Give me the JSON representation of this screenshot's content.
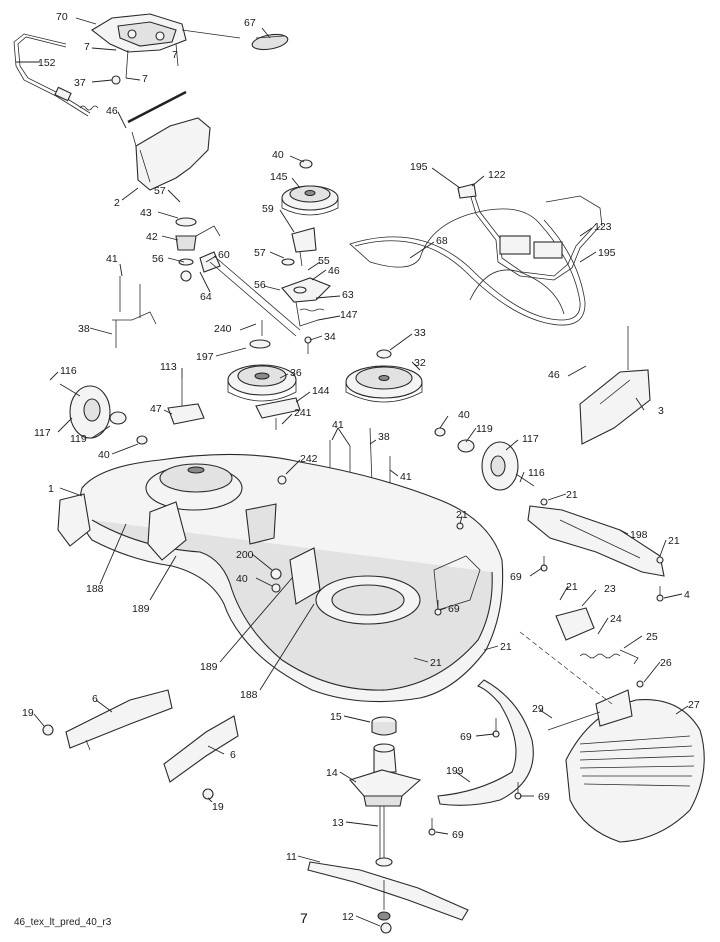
{
  "footer": {
    "code": "46_tex_lt_pred_40_r3",
    "page": "7"
  },
  "labels": [
    {
      "id": "l70",
      "text": "70"
    },
    {
      "id": "l67",
      "text": "67"
    },
    {
      "id": "l7a",
      "text": "7"
    },
    {
      "id": "l7b",
      "text": "7"
    },
    {
      "id": "l152",
      "text": "152"
    },
    {
      "id": "l37",
      "text": "37"
    },
    {
      "id": "l7c",
      "text": "7"
    },
    {
      "id": "l46a",
      "text": "46"
    },
    {
      "id": "l2",
      "text": "2"
    },
    {
      "id": "l40a",
      "text": "40"
    },
    {
      "id": "l145",
      "text": "145"
    },
    {
      "id": "l57a",
      "text": "57"
    },
    {
      "id": "l43",
      "text": "43"
    },
    {
      "id": "l59",
      "text": "59"
    },
    {
      "id": "l42",
      "text": "42"
    },
    {
      "id": "l60",
      "text": "60"
    },
    {
      "id": "l57b",
      "text": "57"
    },
    {
      "id": "l41a",
      "text": "41"
    },
    {
      "id": "l56a",
      "text": "56"
    },
    {
      "id": "l55",
      "text": "55"
    },
    {
      "id": "l46b",
      "text": "46"
    },
    {
      "id": "l64",
      "text": "64"
    },
    {
      "id": "l56b",
      "text": "56"
    },
    {
      "id": "l63",
      "text": "63"
    },
    {
      "id": "l147",
      "text": "147"
    },
    {
      "id": "l38a",
      "text": "38"
    },
    {
      "id": "l240",
      "text": "240"
    },
    {
      "id": "l34",
      "text": "34"
    },
    {
      "id": "l197",
      "text": "197"
    },
    {
      "id": "l195a",
      "text": "195"
    },
    {
      "id": "l122",
      "text": "122"
    },
    {
      "id": "l68",
      "text": "68"
    },
    {
      "id": "l123",
      "text": "123"
    },
    {
      "id": "l195b",
      "text": "195"
    },
    {
      "id": "l33",
      "text": "33"
    },
    {
      "id": "l32",
      "text": "32"
    },
    {
      "id": "l116a",
      "text": "116"
    },
    {
      "id": "l113",
      "text": "113"
    },
    {
      "id": "l36",
      "text": "36"
    },
    {
      "id": "l144",
      "text": "144"
    },
    {
      "id": "l47",
      "text": "47"
    },
    {
      "id": "l241",
      "text": "241"
    },
    {
      "id": "l117a",
      "text": "117"
    },
    {
      "id": "l119a",
      "text": "119"
    },
    {
      "id": "l40b",
      "text": "40"
    },
    {
      "id": "l46c",
      "text": "46"
    },
    {
      "id": "l3",
      "text": "3"
    },
    {
      "id": "l40c",
      "text": "40"
    },
    {
      "id": "l41b",
      "text": "41"
    },
    {
      "id": "l38b",
      "text": "38"
    },
    {
      "id": "l119b",
      "text": "119"
    },
    {
      "id": "l117b",
      "text": "117"
    },
    {
      "id": "l242",
      "text": "242"
    },
    {
      "id": "l41c",
      "text": "41"
    },
    {
      "id": "l116b",
      "text": "116"
    },
    {
      "id": "l1",
      "text": "1"
    },
    {
      "id": "l21a",
      "text": "21"
    },
    {
      "id": "l21b",
      "text": "21"
    },
    {
      "id": "l198",
      "text": "198"
    },
    {
      "id": "l21c",
      "text": "21"
    },
    {
      "id": "l188a",
      "text": "188"
    },
    {
      "id": "l200",
      "text": "200"
    },
    {
      "id": "l40d",
      "text": "40"
    },
    {
      "id": "l69a",
      "text": "69"
    },
    {
      "id": "l4",
      "text": "4"
    },
    {
      "id": "l189a",
      "text": "189"
    },
    {
      "id": "l69b",
      "text": "69"
    },
    {
      "id": "l21d",
      "text": "21"
    },
    {
      "id": "l23",
      "text": "23"
    },
    {
      "id": "l24",
      "text": "24"
    },
    {
      "id": "l25",
      "text": "25"
    },
    {
      "id": "l189b",
      "text": "189"
    },
    {
      "id": "l21e",
      "text": "21"
    },
    {
      "id": "l21f",
      "text": "21"
    },
    {
      "id": "l26",
      "text": "26"
    },
    {
      "id": "l188b",
      "text": "188"
    },
    {
      "id": "l6a",
      "text": "6"
    },
    {
      "id": "l19a",
      "text": "19"
    },
    {
      "id": "l15",
      "text": "15"
    },
    {
      "id": "l29",
      "text": "29"
    },
    {
      "id": "l27",
      "text": "27"
    },
    {
      "id": "l69c",
      "text": "69"
    },
    {
      "id": "l6b",
      "text": "6"
    },
    {
      "id": "l14",
      "text": "14"
    },
    {
      "id": "l199",
      "text": "199"
    },
    {
      "id": "l69d",
      "text": "69"
    },
    {
      "id": "l19b",
      "text": "19"
    },
    {
      "id": "l13",
      "text": "13"
    },
    {
      "id": "l69e",
      "text": "69"
    },
    {
      "id": "l11",
      "text": "11"
    },
    {
      "id": "l12",
      "text": "12"
    }
  ]
}
